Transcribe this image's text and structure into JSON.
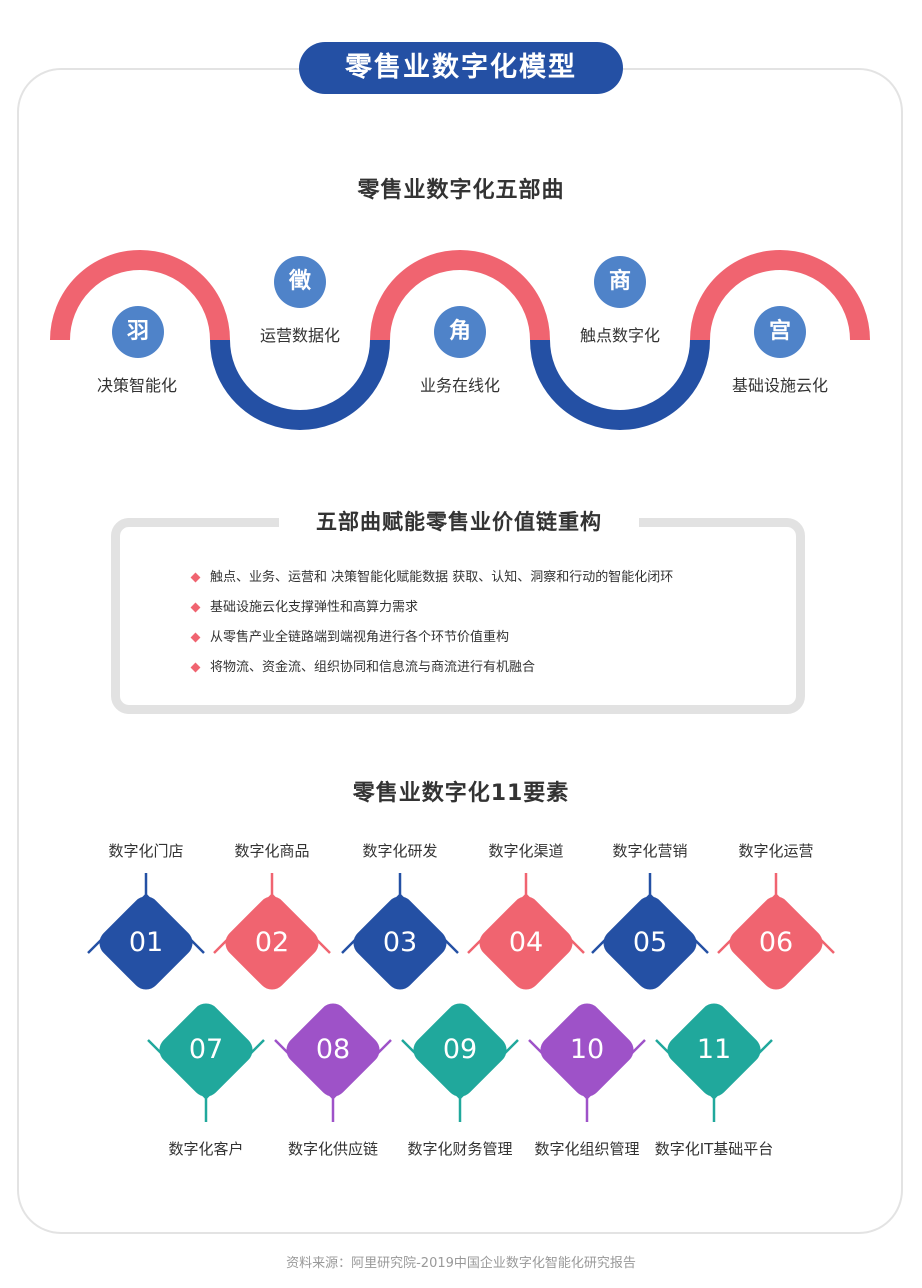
{
  "title": "零售业数字化模型",
  "section1": {
    "title": "零售业数字化五部曲",
    "steps": [
      {
        "icon": "羽",
        "label": "决策智能化",
        "color": "#f06470"
      },
      {
        "icon": "徵",
        "label": "运营数据化",
        "color": "#2450a4"
      },
      {
        "icon": "角",
        "label": "业务在线化",
        "color": "#f06470"
      },
      {
        "icon": "商",
        "label": "触点数字化",
        "color": "#2450a4"
      },
      {
        "icon": "宫",
        "label": "基础设施云化",
        "color": "#f06470"
      }
    ]
  },
  "section2": {
    "title": "五部曲赋能零售业价值链重构",
    "bullets": [
      "触点、业务、运营和 决策智能化赋能数据 获取、认知、洞察和行动的智能化闭环",
      "基础设施云化支撑弹性和高算力需求",
      "从零售产业全链路端到端视角进行各个环节价值重构",
      "将物流、资金流、组织协同和信息流与商流进行有机融合"
    ]
  },
  "section3": {
    "title": "零售业数字化11要素",
    "top": [
      {
        "num": "01",
        "label": "数字化门店",
        "color": "#2450a4"
      },
      {
        "num": "02",
        "label": "数字化商品",
        "color": "#f06470"
      },
      {
        "num": "03",
        "label": "数字化研发",
        "color": "#2450a4"
      },
      {
        "num": "04",
        "label": "数字化渠道",
        "color": "#f06470"
      },
      {
        "num": "05",
        "label": "数字化营销",
        "color": "#2450a4"
      },
      {
        "num": "06",
        "label": "数字化运营",
        "color": "#f06470"
      }
    ],
    "bottom": [
      {
        "num": "07",
        "label": "数字化客户",
        "color": "#20a89c"
      },
      {
        "num": "08",
        "label": "数字化供应链",
        "color": "#9e52c8"
      },
      {
        "num": "09",
        "label": "数字化财务管理",
        "color": "#20a89c"
      },
      {
        "num": "10",
        "label": "数字化组织管理",
        "color": "#9e52c8"
      },
      {
        "num": "11",
        "label": "数字化IT基础平台",
        "color": "#20a89c"
      }
    ]
  },
  "footer": "资料来源：阿里研究院-2019中国企业数字化智能化研究报告"
}
